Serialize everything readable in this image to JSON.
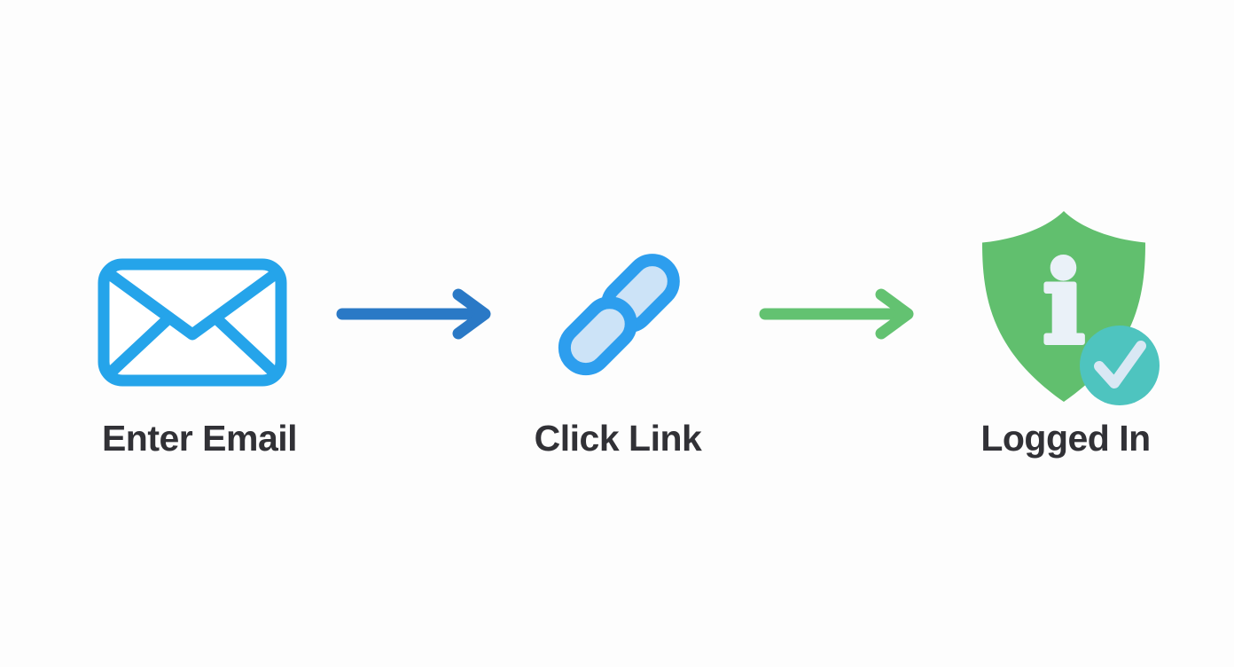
{
  "canvas": {
    "background": "#fdfdfd",
    "label_color": "#313136"
  },
  "diagram": {
    "steps": [
      {
        "name": "enter-email",
        "label": "Enter Email",
        "icon": "envelope-icon",
        "stroke": "#25A4EA",
        "fill": "#FFFFFF"
      },
      {
        "name": "click-link",
        "label": "Click Link",
        "icon": "chain-link-icon",
        "stroke": "#2D9EEE",
        "fill": "#CCE3F7"
      },
      {
        "name": "logged-in",
        "label": "Logged In",
        "icon": "shield-icon",
        "fill": "#61BF6E",
        "glyph": "i",
        "glyph_color": "#EAF1F8",
        "badge": {
          "icon": "check-icon",
          "fill": "#4EC4BF",
          "check_color": "#D9E8F4"
        }
      }
    ],
    "connectors": [
      {
        "name": "arrow-1",
        "from": "enter-email",
        "to": "click-link",
        "color": "#2A79C6",
        "style": "arrow-right"
      },
      {
        "name": "arrow-2",
        "from": "click-link",
        "to": "logged-in",
        "color": "#63C271",
        "style": "arrow-right"
      }
    ]
  }
}
